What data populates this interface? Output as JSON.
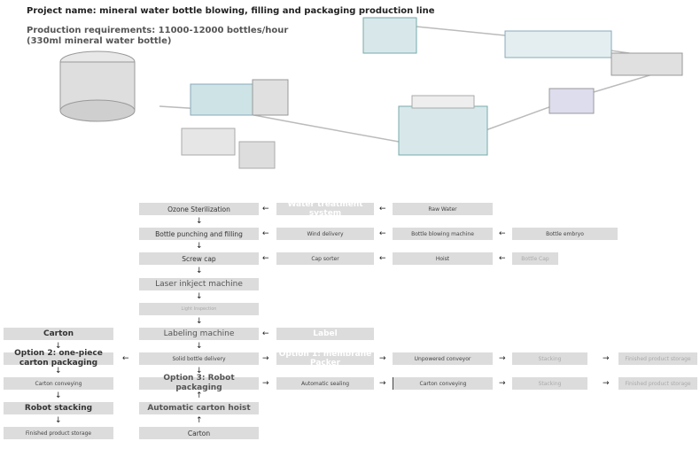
{
  "header": {
    "project": "Project name: mineral water bottle blowing, filling and packaging production line",
    "requirements": "Production requirements: 11000-12000 bottles/hour (330ml mineral water bottle)"
  },
  "nodes": {
    "ozone": "Ozone Sterilization",
    "water_treatment": "Water treatment system",
    "raw_water": "Raw Water",
    "bottle_punching": "Bottle punching and filling",
    "wind_delivery": "Wind delivery",
    "bottle_blowing": "Bottle blowing machine",
    "bottle_embryo": "Bottle embryo",
    "screw_cap": "Screw cap",
    "cap_sorter": "Cap sorter",
    "hoist": "Hoist",
    "bottle_cap": "Bottle Cap",
    "laser": "Laser inkject machine",
    "light_inspection": "Light Inspection",
    "labeling": "Labeling machine",
    "label": "Label",
    "carton_left": "Carton",
    "solid_bottle": "Solid bottle delivery",
    "option2": "Option 2: one-piece carton packaging",
    "option1": "Option 1: membrane Packer",
    "unpowered": "Unpowered conveyor",
    "stacking1": "Stacking",
    "finished1": "Finished product storage",
    "carton_conveying_left": "Carton conveying",
    "option3": "Option 3: Robot packaging",
    "auto_sealing": "Automatic sealing",
    "carton_conveying_right": "Carton conveying",
    "stacking2": "Stacking",
    "finished2": "Finished product storage",
    "robot_stacking": "Robot stacking",
    "carton_hoist": "Automatic carton hoist",
    "finished_left": "Finished product storage",
    "carton_bottom": "Carton"
  },
  "arrows": {
    "left": "←",
    "right": "→",
    "down": "↓",
    "up": "↑"
  }
}
